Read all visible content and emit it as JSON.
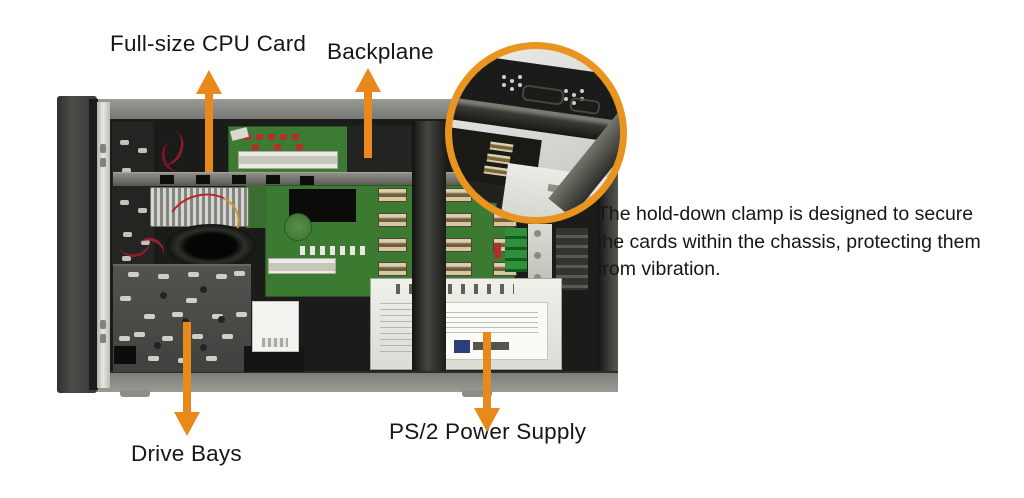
{
  "page": {
    "background_color": "#ffffff"
  },
  "colors": {
    "annotation_arrow_orange": "#E8891C",
    "callout_ring_orange": "#E8941E",
    "pcb_green": "#3C7A32",
    "label_text": "#161616"
  },
  "annotations": {
    "cpu_card_label": "Full-size CPU Card",
    "backplane_label": "Backplane",
    "drive_bays_label": "Drive Bays",
    "power_supply_label": "PS/2 Power Supply"
  },
  "callout": {
    "description_lines": [
      "The hold-down clamp is designed to secure",
      "the cards within the chassis, protecting them",
      "from vibration."
    ]
  },
  "icons": {
    "arrow_up": "orange-triangle-arrow-up",
    "arrow_down": "orange-triangle-arrow-down",
    "magnifier_circle": "orange-ring-callout"
  }
}
